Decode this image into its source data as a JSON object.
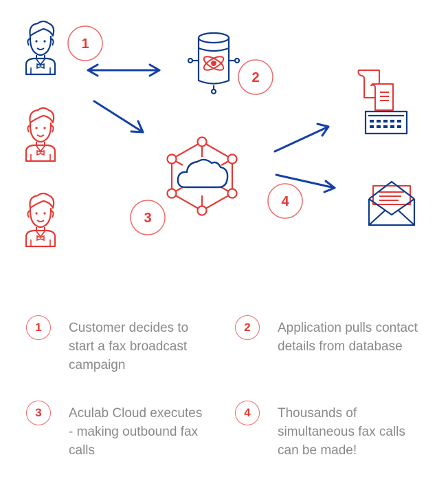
{
  "diagram": {
    "badges": [
      "1",
      "2",
      "3",
      "4"
    ]
  },
  "steps": [
    {
      "num": "1",
      "text": "Customer decides to start a fax broadcast campaign"
    },
    {
      "num": "2",
      "text": "Application pulls contact details from database"
    },
    {
      "num": "3",
      "text": "Aculab Cloud executes - making outbound fax calls"
    },
    {
      "num": "4",
      "text": "Thousands of simultaneous fax calls can be made!"
    }
  ],
  "colors": {
    "accent": "#e53935",
    "navy": "#0d3b8c",
    "arrow": "#1540a8",
    "text": "#8a8a8a"
  },
  "icons": [
    "customer-icon",
    "database-icon",
    "cloud-network-icon",
    "fax-machine-icon",
    "email-envelope-icon",
    "double-arrow-icon",
    "arrow-icon"
  ]
}
